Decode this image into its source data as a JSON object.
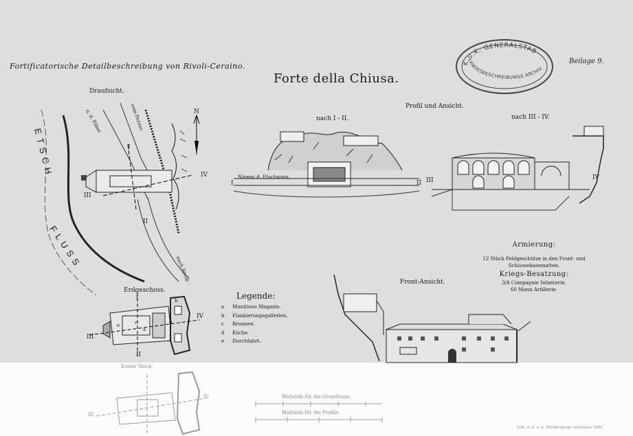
{
  "header": {
    "left_caption": "Fortificatorische Detailbeschreibung von Rivoli-Ceraino.",
    "title": "Forte della Chiusa.",
    "plate_label": "Beilage 9."
  },
  "stamp": {
    "line1": "K.u.K. GENERALSTAB",
    "line2": "LANDESBESCHREIBUNGS ARCHIV"
  },
  "plan_view": {
    "title": "Draufsicht.",
    "river_label_1": "ETSCH",
    "river_label_2": "FLUSS",
    "road_1": "n. d. Pläne",
    "road_2": "vom Peraso",
    "road_3": "nach Rivoli",
    "north": "N",
    "marks": [
      "I",
      "II",
      "III",
      "IV"
    ]
  },
  "profiles": {
    "heading": "Profil und Ansicht.",
    "section_1": "nach I - II.",
    "section_2": "nach III - IV.",
    "water_level": "Niveau d. Etschwass.",
    "mark_I": "I",
    "mark_II": "II",
    "mark_III": "III",
    "mark_IV": "IV"
  },
  "ground_floor": {
    "title": "Erdgeschoss.",
    "marks": [
      "I",
      "II",
      "III",
      "IV"
    ],
    "room_labels": [
      "a",
      "b",
      "c",
      "d",
      "e"
    ]
  },
  "upper_floor": {
    "title": "Erster Stock.",
    "marks": [
      "III",
      "IV"
    ]
  },
  "legend": {
    "title": "Legende:",
    "items": [
      {
        "key": "a",
        "text": "Munitions Magazin."
      },
      {
        "key": "b",
        "text": "Flankierungsgallerien."
      },
      {
        "key": "c",
        "text": "Brunnen."
      },
      {
        "key": "d",
        "text": "Küche."
      },
      {
        "key": "e",
        "text": "Durchfahrt."
      }
    ]
  },
  "armament": {
    "heading": "Armierung:",
    "line1": "12 Stück Feldgeschütze in den Front- und",
    "line2": "Schlossekasematten.",
    "garrison_heading": "Kriegs-Besatzung:",
    "garrison_1": "3/4 Compagnie Infanterie.",
    "garrison_2": "60 Mann Artillerie."
  },
  "front_view": {
    "title": "Front-Ansicht."
  },
  "scale": {
    "line1": "Maßstab für die Grundrisse.",
    "line2": "Maßstab für die Profile."
  },
  "imprint": "Lith. d. k. u. k. Militär-geogr. Institutes 1884"
}
